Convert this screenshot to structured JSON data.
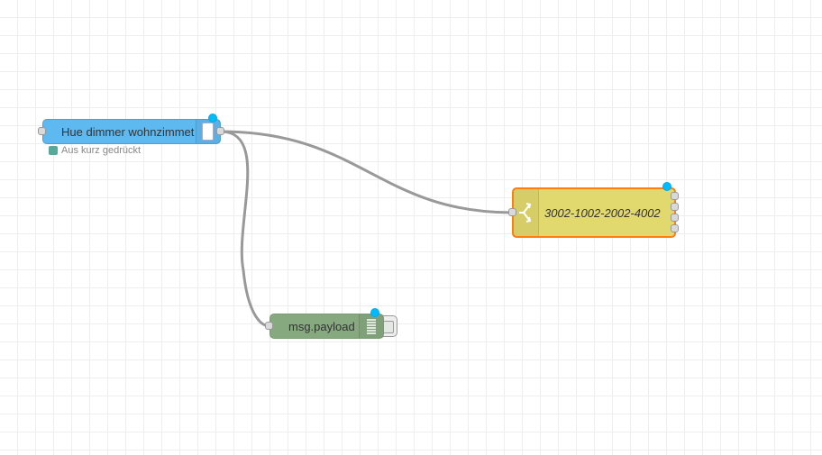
{
  "nodes": {
    "hue": {
      "label": "Hue dimmer wohnzimmet",
      "status": "Aus kurz gedrückt",
      "color": "#5fb9f1",
      "status_color": "#5a9"
    },
    "switch": {
      "label": "3002-1002-2002-4002",
      "color": "#e2d96e",
      "selected_color": "#ff7f0e"
    },
    "debug": {
      "label": "msg.payload",
      "color": "#87a980"
    }
  }
}
